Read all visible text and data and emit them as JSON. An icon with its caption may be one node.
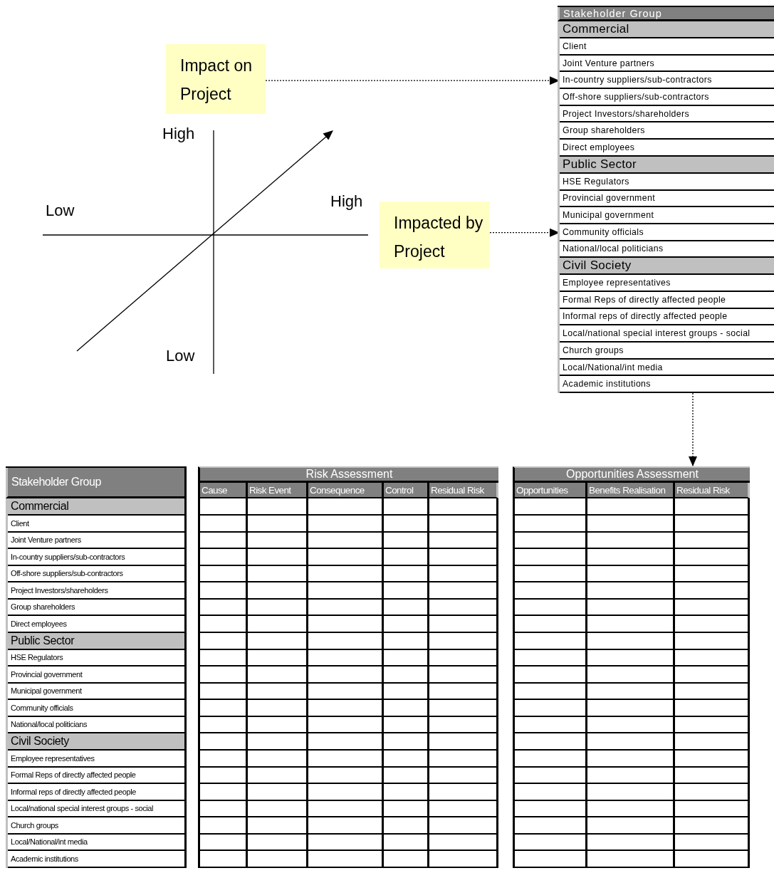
{
  "diagram": {
    "nodes": [
      {
        "text": [
          "Impact on Project"
        ]
      },
      {
        "text": [
          "Impacted by Project"
        ]
      },
      {
        "text": [
          "Stakeholder Group"
        ]
      },
      {
        "text": [
          "Commercial"
        ],
        "in": 2
      },
      {
        "text": [
          "Client"
        ],
        "in": 3
      },
      {
        "text": [
          "Joint Venture partners"
        ],
        "in": 3
      },
      {
        "text": [
          "In-country suppliers/sub-contractors"
        ],
        "in": 3
      },
      {
        "text": [
          "Off-shore suppliers/sub-contractors"
        ],
        "in": 3
      },
      {
        "text": [
          "Project Investors/shareholders"
        ],
        "in": 3
      },
      {
        "text": [
          "Group shareholders"
        ],
        "in": 3
      },
      {
        "text": [
          "Direct employees"
        ],
        "in": 3
      },
      {
        "text": [
          "Public Sector"
        ],
        "in": 2
      },
      {
        "text": [
          "HSE Regulators"
        ],
        "in": 11
      },
      {
        "text": [
          "Provincial government"
        ],
        "in": 11
      },
      {
        "text": [
          "Municipal government"
        ],
        "in": 11
      },
      {
        "text": [
          "Community officials"
        ],
        "in": 11
      },
      {
        "text": [
          "National/local politicians"
        ],
        "in": 11
      },
      {
        "text": [
          "Civil Society"
        ],
        "in": 2
      },
      {
        "text": [
          "Employee representatives"
        ],
        "in": 17
      },
      {
        "text": [
          "Formal Reps of directly affected people"
        ],
        "in": 17
      },
      {
        "text": [
          "Informal reps of directly affected people"
        ],
        "in": 17
      },
      {
        "text": [
          "Local/national special interest groups - social"
        ],
        "in": 17
      },
      {
        "text": [
          "Church groups"
        ],
        "in": 17
      },
      {
        "text": [
          "Local/National/int media"
        ],
        "in": 17
      },
      {
        "text": [
          "Academic institutions"
        ],
        "in": 17
      },
      {
        "text": [
          "Stakeholder Group"
        ]
      },
      {
        "text": [
          "Commercial"
        ],
        "in": 25
      },
      {
        "text": [
          "Client"
        ],
        "in": 26
      },
      {
        "text": [
          "Joint Venture partners"
        ],
        "in": 26
      },
      {
        "text": [
          "In-country suppliers/sub-contractors"
        ],
        "in": 26
      },
      {
        "text": [
          "Off-shore suppliers/sub-contractors"
        ],
        "in": 26
      },
      {
        "text": [
          "Project Investors/shareholders"
        ],
        "in": 26
      },
      {
        "text": [
          "Group shareholders"
        ],
        "in": 26
      },
      {
        "text": [
          "Direct employees"
        ],
        "in": 26
      },
      {
        "text": [
          "Public Sector"
        ],
        "in": 25
      },
      {
        "text": [
          "HSE Regulators"
        ],
        "in": 34
      },
      {
        "text": [
          "Provincial government"
        ],
        "in": 34
      },
      {
        "text": [
          "Municipal government"
        ],
        "in": 34
      },
      {
        "text": [
          "Community officials"
        ],
        "in": 34
      },
      {
        "text": [
          "National/local politicians"
        ],
        "in": 34
      },
      {
        "text": [
          "Civil Society"
        ],
        "in": 25
      },
      {
        "text": [
          "Employee representatives"
        ],
        "in": 40
      },
      {
        "text": [
          "Formal Reps of directly affected people"
        ],
        "in": 40
      },
      {
        "text": [
          "Informal reps of directly affected people"
        ],
        "in": 40
      },
      {
        "text": [
          "Local/national special interest groups - social"
        ],
        "in": 40
      },
      {
        "text": [
          "Church groups"
        ],
        "in": 40
      },
      {
        "text": [
          "Local/National/int media"
        ],
        "in": 40
      },
      {
        "text": [
          "Academic institutions"
        ],
        "in": 40
      },
      {
        "text": [
          "Risk Assessment",
          "Cause",
          "Risk Event",
          "Consequence",
          "Control",
          "Residual Risk"
        ]
      },
      {
        "text": [
          "Opportunities Assessment",
          "Opportunities",
          "Benefits Realisation",
          "Residual Risk"
        ]
      }
    ],
    "edges": [
      {
        "from": 0,
        "to": 6,
        "arrow": "to",
        "style": "dashed"
      },
      {
        "from": 1,
        "to": 15,
        "arrow": "to",
        "style": "dashed"
      },
      {
        "from": 2,
        "to": 49,
        "arrow": "to",
        "style": "dashed"
      }
    ],
    "labels": [
      "High",
      "Low",
      "High",
      "Low"
    ]
  }
}
